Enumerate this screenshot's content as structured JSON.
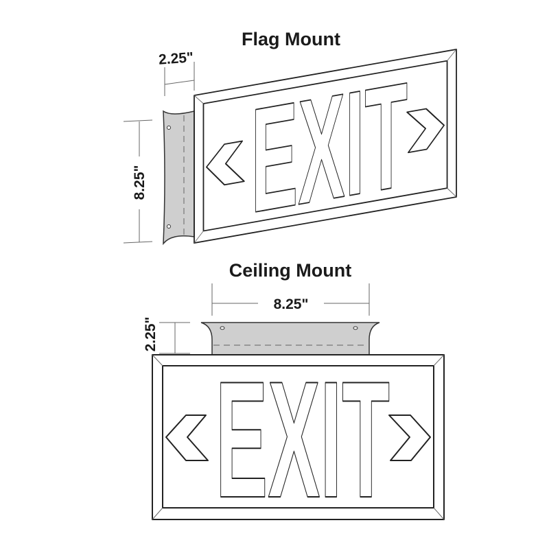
{
  "flag_mount": {
    "title": "Flag Mount",
    "depth_label": "2.25\"",
    "height_label": "8.25\"",
    "sign_text": "EXIT"
  },
  "ceiling_mount": {
    "title": "Ceiling Mount",
    "width_label": "8.25\"",
    "depth_label": "2.25\"",
    "sign_text": "EXIT"
  },
  "colors": {
    "outline": "#222222",
    "bracket": "#cfcfcf",
    "background": "#ffffff"
  }
}
